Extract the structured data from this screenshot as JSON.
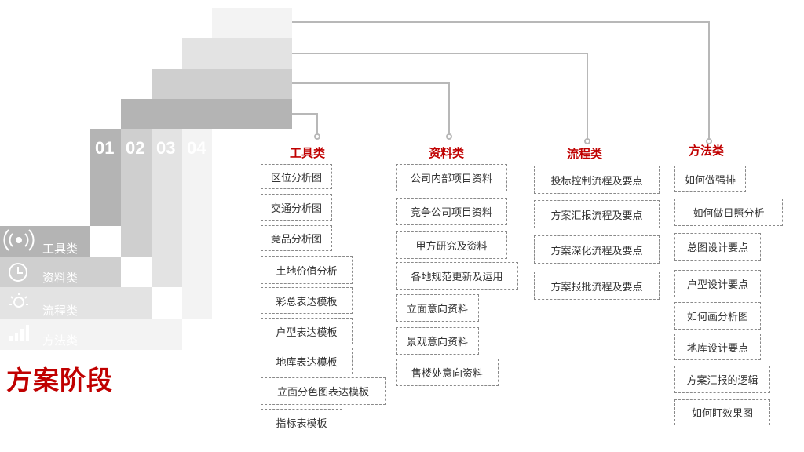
{
  "title": "方案阶段",
  "colors": {
    "accent": "#c00000"
  },
  "stairs": {
    "steps": [
      {
        "number": "01",
        "label": "工具类",
        "icon": "signal-broadcast-icon"
      },
      {
        "number": "02",
        "label": "资料类",
        "icon": "clock-icon"
      },
      {
        "number": "03",
        "label": "流程类",
        "icon": "sun-bulb-icon"
      },
      {
        "number": "04",
        "label": "方法类",
        "icon": "bar-chart-icon"
      }
    ]
  },
  "columns": [
    {
      "heading": "工具类",
      "items": [
        "区位分析图",
        "交通分析图",
        "竞品分析图",
        "土地价值分析",
        "彩总表达模板",
        "户型表达模板",
        "地库表达模板",
        "立面分色图表达模板",
        "指标表模板"
      ]
    },
    {
      "heading": "资料类",
      "items": [
        "公司内部项目资料",
        "竞争公司项目资料",
        "甲方研究及资料",
        "各地规范更新及运用",
        "立面意向资料",
        "景观意向资料",
        "售楼处意向资料"
      ]
    },
    {
      "heading": "流程类",
      "items": [
        "投标控制流程及要点",
        "方案汇报流程及要点",
        "方案深化流程及要点",
        "方案报批流程及要点"
      ]
    },
    {
      "heading": "方法类",
      "items": [
        "如何做强排",
        "如何做日照分析",
        "总图设计要点",
        "户型设计要点",
        "如何画分析图",
        "地库设计要点",
        "方案汇报的逻辑",
        "如何盯效果图"
      ]
    }
  ]
}
